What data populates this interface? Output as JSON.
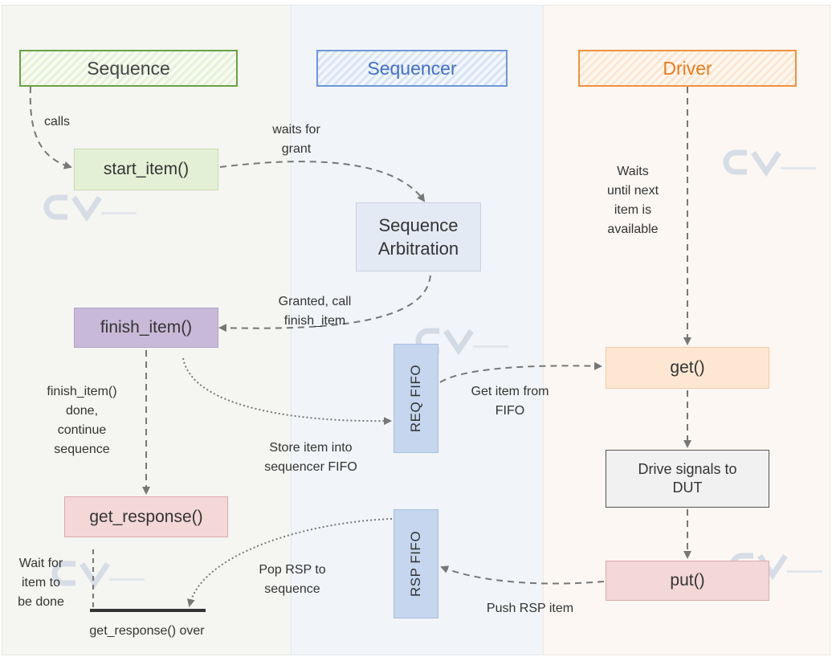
{
  "lanes": {
    "sequence": "Sequence",
    "sequencer": "Sequencer",
    "driver": "Driver"
  },
  "nodes": {
    "start_item": "start_item()",
    "arbitration": "Sequence\nArbitration",
    "finish_item": "finish_item()",
    "get_response": "get_response()",
    "req_fifo": "REQ   FIFO",
    "rsp_fifo": "RSP   FIFO",
    "get": "get()",
    "drive": "Drive signals to\nDUT",
    "put": "put()"
  },
  "labels": {
    "calls": "calls",
    "waits_for_grant": "waits for\ngrant",
    "granted": "Granted, call\nfinish_item",
    "finish_done": "finish_item()\ndone,\ncontinue\nsequence",
    "store_item": "Store item into\nsequencer FIFO",
    "get_item": "Get item from\nFIFO",
    "waits_until": "Waits\nuntil next\nitem is\navailable",
    "wait_done": "Wait for\nitem to\nbe done",
    "pop_rsp": "Pop RSP to\nsequence",
    "push_rsp": "Push RSP item",
    "response_over": "get_response() over"
  },
  "colors": {
    "sequence_accent": "#6aa145",
    "sequencer_accent": "#4470c4",
    "driver_accent": "#e67e22",
    "arrow": "#777777"
  },
  "watermarks": [
    "logo-mark",
    "logo-mark",
    "logo-mark",
    "logo-mark",
    "logo-mark"
  ]
}
